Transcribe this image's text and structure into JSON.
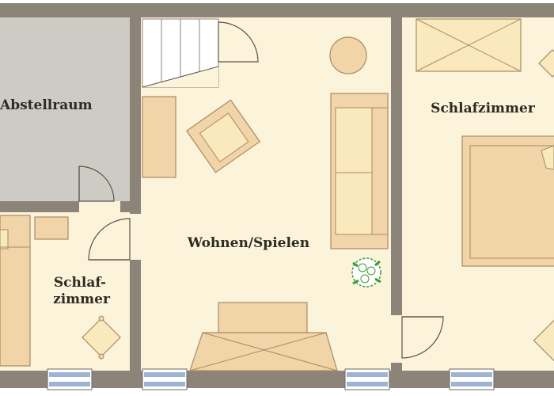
{
  "rooms": {
    "storage": {
      "label": "Abstellraum"
    },
    "living": {
      "label": "Wohnen/Spielen"
    },
    "bedroom_right": {
      "label": "Schlafzimmer"
    },
    "bedroom_small": {
      "label_line1": "Schlaf-",
      "label_line2": "zimmer"
    }
  },
  "colors": {
    "wall": "#8c8478",
    "floor": "#fbf3da",
    "storage_floor": "#cdcbc4",
    "furniture": "#f2d4a9",
    "furniture_light": "#fae9bd",
    "furniture_stroke": "#a88a64",
    "window": "#9fb4d4",
    "plant": "#3e9a3a"
  }
}
